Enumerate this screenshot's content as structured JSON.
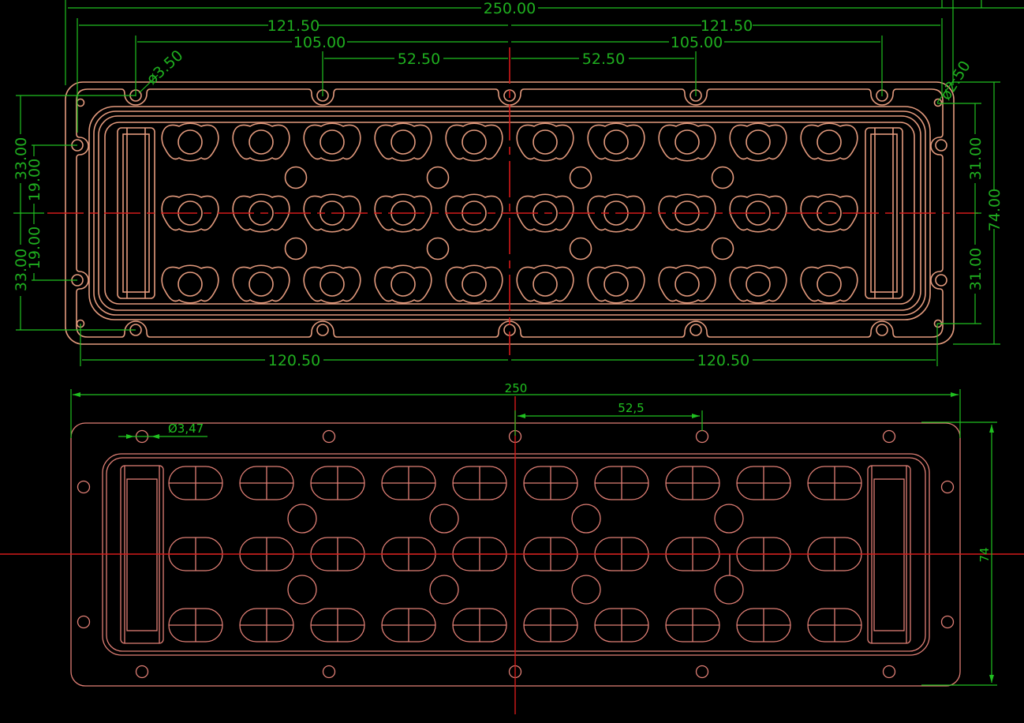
{
  "drawing": {
    "top_view": {
      "dimensions": {
        "overall_length": "250.00",
        "half_span_left": "121.50",
        "half_span_right": "121.50",
        "hole_span_left": "105.00",
        "hole_span_right": "105.00",
        "hole_pitch_left": "52.50",
        "hole_pitch_right": "52.50",
        "mount_hole_diameter": "ø3.50",
        "corner_hole_diameter": "ø2.50",
        "left_upper_outer": "33.00",
        "left_upper_inner": "19.00",
        "left_lower_inner": "19.00",
        "left_lower_outer": "33.00",
        "right_upper": "31.00",
        "right_lower": "31.00",
        "overall_width": "74.00",
        "bottom_span_left": "120.50",
        "bottom_span_right": "120.50"
      },
      "lens_rows": 3,
      "lens_columns": 10
    },
    "bottom_view": {
      "dimensions": {
        "overall_length": "250",
        "hole_pitch": "52,5",
        "hole_diameter": "Ø3,47",
        "overall_width": "74"
      },
      "lens_rows": 3,
      "lens_columns": 10
    },
    "colors": {
      "background": "#000000",
      "part_outline": "#e39a7d",
      "part_outline_bottom": "#e07f75",
      "dimension": "#20c020",
      "centerline": "#d41a1a"
    }
  }
}
